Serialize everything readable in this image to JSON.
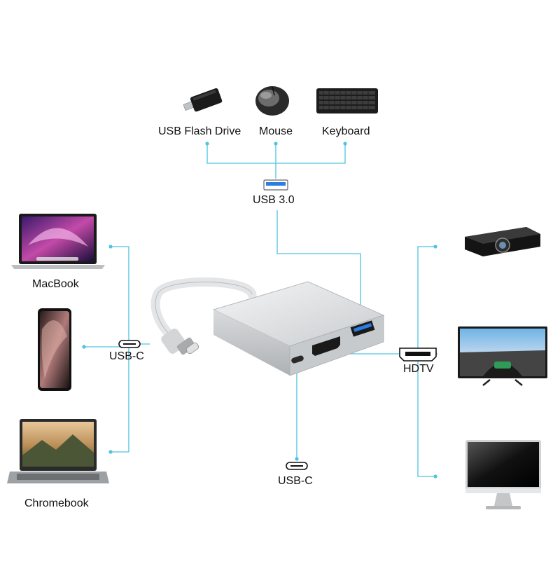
{
  "labels": {
    "usb_flash_drive": "USB Flash Drive",
    "mouse": "Mouse",
    "keyboard": "Keyboard",
    "usb30": "USB 3.0",
    "macbook": "MacBook",
    "usbc_left": "USB-C",
    "chromebook": "Chromebook",
    "hdtv": "HDTV",
    "usbc_bottom": "USB-C"
  },
  "colors": {
    "connector_line": "#4fc3e0",
    "usb3_blue": "#2a7de1",
    "adapter_silver": "#d6d8da"
  }
}
